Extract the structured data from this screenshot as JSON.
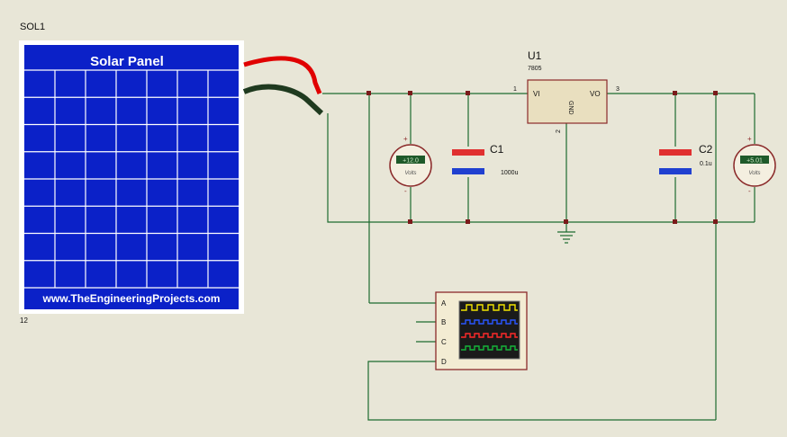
{
  "panel": {
    "ref": "SOL1",
    "title": "Solar Panel",
    "website": "www.TheEngineeringProjects.com",
    "value": "12",
    "color": "#0b21c8"
  },
  "regulator": {
    "ref": "U1",
    "part": "7805",
    "pin_vi": "VI",
    "pin_vo": "VO",
    "pin_gnd": "GND",
    "pin1": "1",
    "pin2": "2",
    "pin3": "3"
  },
  "capacitors": [
    {
      "ref": "C1",
      "value": "1000u"
    },
    {
      "ref": "C2",
      "value": "0.1u"
    }
  ],
  "voltmeters": [
    {
      "reading": "+12.0",
      "unit": "Volts"
    },
    {
      "reading": "+5.01",
      "unit": "Volts"
    }
  ],
  "oscilloscope": {
    "channels": [
      "A",
      "B",
      "C",
      "D"
    ],
    "trace_colors": [
      "#f2e400",
      "#2a56ff",
      "#ff2a2a",
      "#16b43a"
    ]
  },
  "wires": {
    "positive": "#e00000",
    "negative": "#1f3a1f",
    "circuit": "#1d6b2f"
  }
}
